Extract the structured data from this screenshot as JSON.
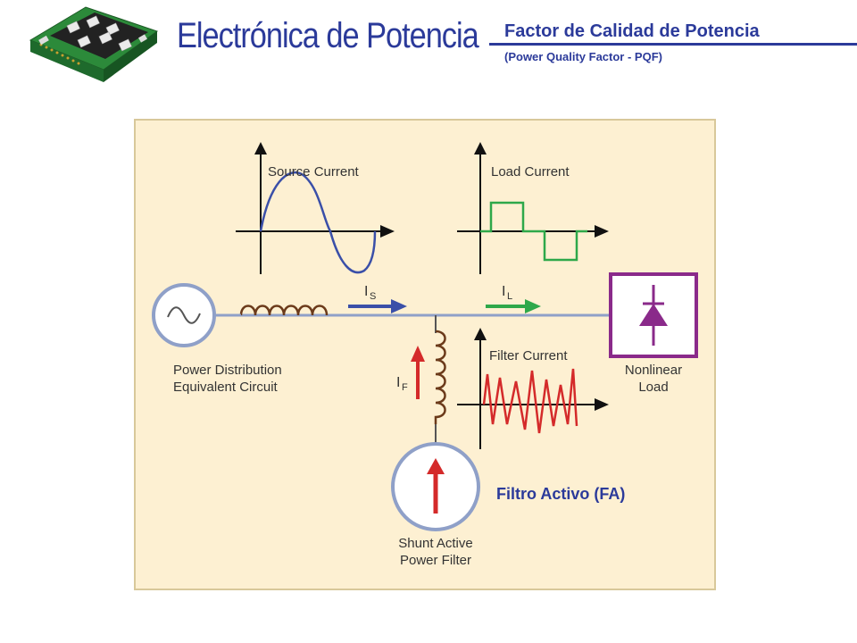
{
  "header": {
    "title": "Electrónica de Potencia",
    "subtitle": "Factor de Calidad de Potencia",
    "subtitle_en": "(Power Quality Factor -  PQF)"
  },
  "diagram": {
    "source_current_label": "Source Current",
    "load_current_label": "Load Current",
    "filter_current_label": "Filter Current",
    "is_label": "I",
    "is_sub": "S",
    "il_label": "I",
    "il_sub": "L",
    "if_label": "I",
    "if_sub": "F",
    "power_dist_line1": "Power Distribution",
    "power_dist_line2": "Equivalent Circuit",
    "nonlinear_line1": "Nonlinear",
    "nonlinear_line2": "Load",
    "shunt_line1": "Shunt Active",
    "shunt_line2": "Power Filter",
    "active_filter_label": "Filtro Activo (FA)",
    "colors": {
      "title_blue": "#2b3a9a",
      "wire": "#8fa0c8",
      "source_wave": "#3a4fa8",
      "load_wave": "#2ea84a",
      "filter_wave": "#d42a2a",
      "nonlinear_box": "#8a2a8a",
      "coil": "#6b3a1a"
    }
  }
}
